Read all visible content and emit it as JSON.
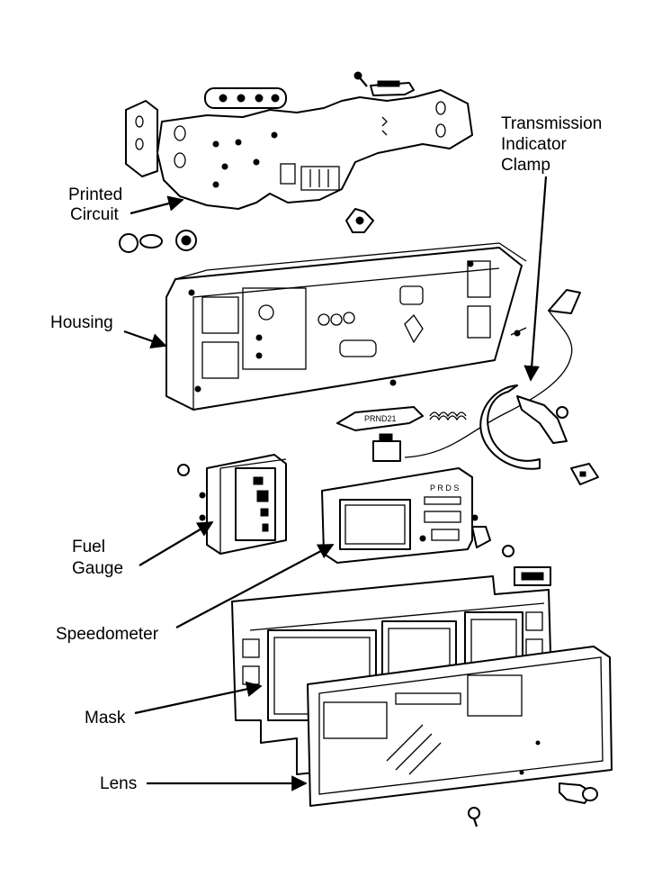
{
  "labels": {
    "printed_circuit": [
      "Printed",
      "Circuit"
    ],
    "transmission_indicator_clamp": [
      "Transmission",
      "Indicator",
      "Clamp"
    ],
    "housing": "Housing",
    "fuel_gauge": [
      "Fuel",
      "Gauge"
    ],
    "speedometer": "Speedometer",
    "mask": "Mask",
    "lens": "Lens"
  },
  "part_markings": {
    "shift_indicator": "PRND21",
    "speedometer_top": "P R D S"
  }
}
